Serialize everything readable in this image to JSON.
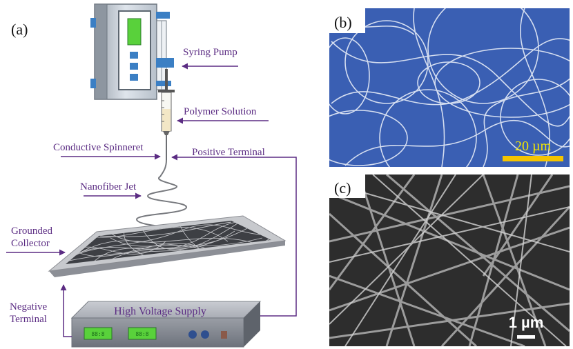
{
  "panels": {
    "a": "(a)",
    "b": "(b)",
    "c": "(c)"
  },
  "labels": {
    "syringe_pump": "Syring Pump",
    "polymer_solution": "Polymer Solution",
    "conductive_spinneret": "Conductive Spinneret",
    "positive_terminal": "Positive Terminal",
    "nanofiber_jet": "Nanofiber Jet",
    "grounded_collector_1": "Grounded",
    "grounded_collector_2": "Collector",
    "negative_terminal_1": "Negative",
    "negative_terminal_2": "Terminal",
    "high_voltage_supply": "High Voltage Supply",
    "display_left": "88:8",
    "display_right": "88:8"
  },
  "scale_bars": {
    "b": "20 µm",
    "c": "1 µm"
  },
  "colors": {
    "label_purple": "#5b2c83",
    "pump_blue": "#3b7fc4",
    "lcd_green": "#59d13b",
    "sem_blue": "#3a5fb3",
    "scale_yellow": "#f5c400"
  }
}
